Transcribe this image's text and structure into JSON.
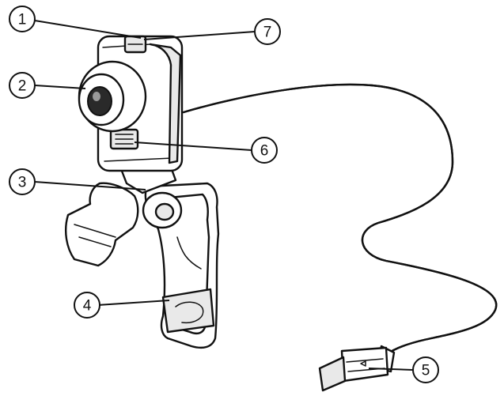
{
  "callouts": [
    {
      "number": "1"
    },
    {
      "number": "2"
    },
    {
      "number": "3"
    },
    {
      "number": "4"
    },
    {
      "number": "5"
    },
    {
      "number": "6"
    },
    {
      "number": "7"
    }
  ],
  "colors": {
    "line": "#111111",
    "background": "#ffffff",
    "shade": "#e9e9e9"
  }
}
